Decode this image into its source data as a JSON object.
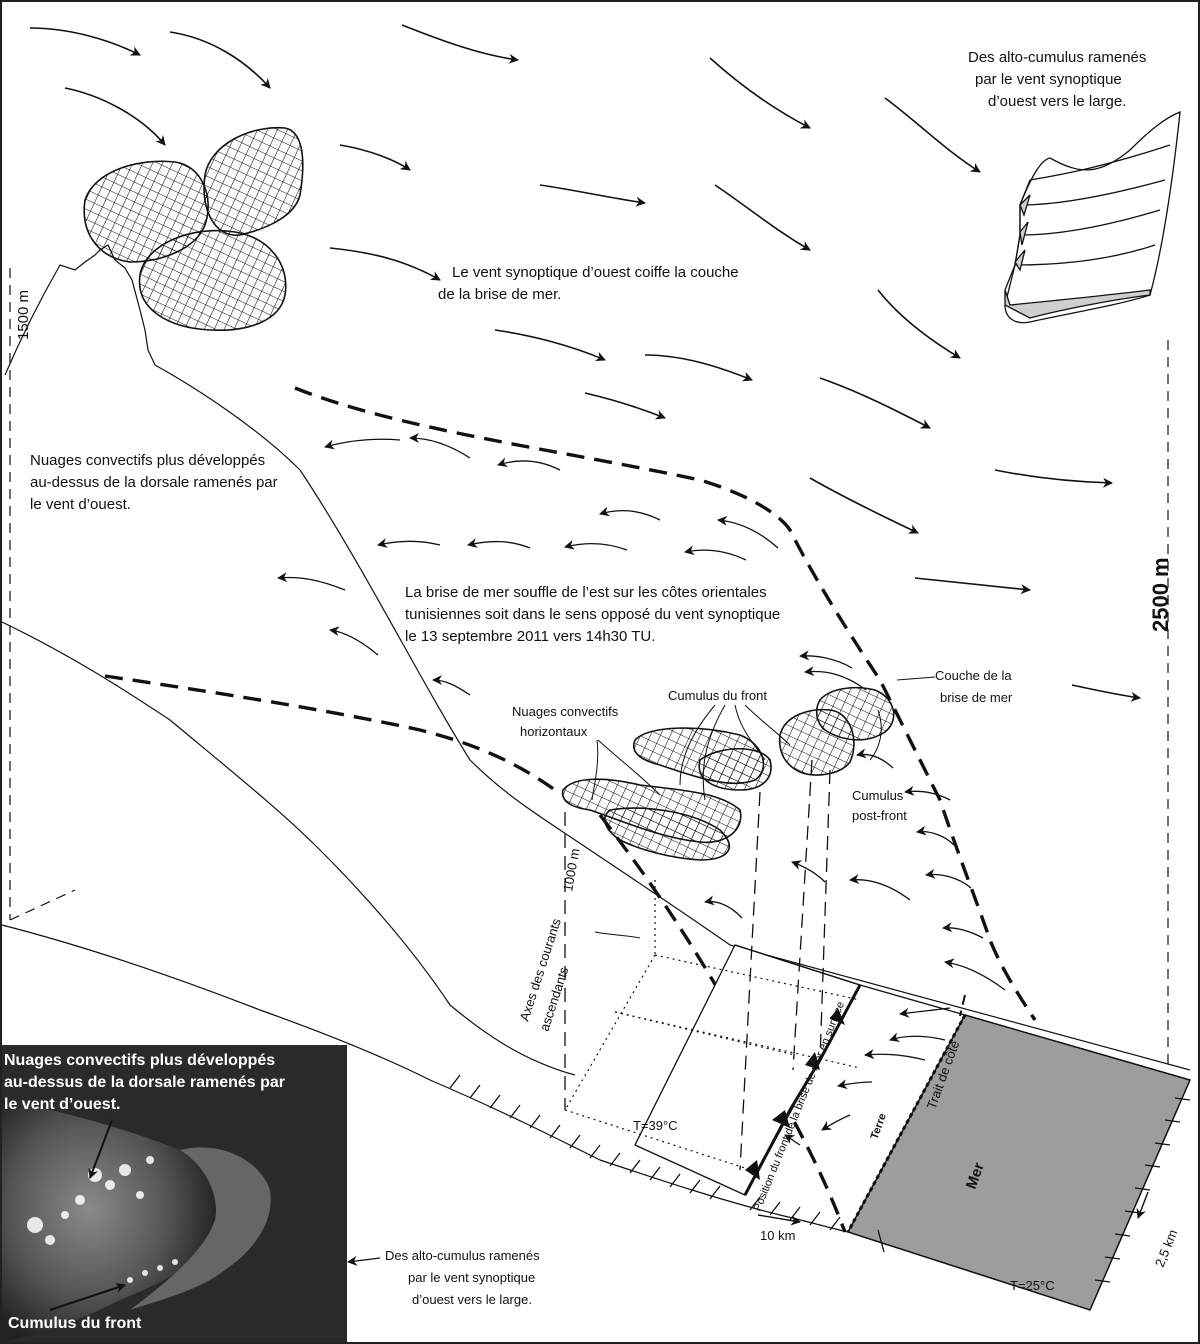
{
  "labels": {
    "alto_top_1": "Des alto-cumulus ramenés",
    "alto_top_2": "par le vent synoptique",
    "alto_top_3": "d’ouest vers le large.",
    "synoptic_1": "Le vent synoptique d’ouest coiffe la couche",
    "synoptic_2": "de la brise de mer.",
    "convective_1": "Nuages convectifs plus développés",
    "convective_2": "au-dessus de la dorsale ramenés par",
    "convective_3": "le vent d’ouest.",
    "breeze_1": "La brise de mer souffle de l’est sur les côtes orientales",
    "breeze_2": "tunisiennes soit dans le sens opposé du vent synoptique",
    "breeze_3": "le 13 septembre 2011 vers 14h30 TU.",
    "horiz_1": "Nuages convectifs",
    "horiz_2": "horizontaux",
    "cumulus_front": "Cumulus du front",
    "couche_1": "Couche de la",
    "couche_2": "brise de mer",
    "post_1": "Cumulus",
    "post_2": "post-front",
    "axes_1": "Axes des courants",
    "axes_2": "ascendants",
    "alt_1500": "1500 m",
    "alt_1000": "1000 m",
    "alt_2500": "2500 m",
    "temp_land": "T=39°C",
    "temp_sea": "T=25°C",
    "position_front": "Position du front de la brise de mer en surface",
    "terre": "Terre",
    "trait_cote": "Trait de côte",
    "mer": "Mer",
    "scale_10": "10 km",
    "scale_25": "2,5 km",
    "alto_bottom_1": "Des alto-cumulus ramenés",
    "alto_bottom_2": "par le vent synoptique",
    "alto_bottom_3": "d’ouest vers le large."
  },
  "photo": {
    "title_1": "Nuages convectifs plus développés",
    "title_2": "au-dessus de la dorsale ramenés par",
    "title_3": "le vent d’ouest.",
    "caption": "Cumulus du front"
  },
  "colors": {
    "sea": "#9d9d9d",
    "photo_bg": "#2a2a2a",
    "ink": "#111111"
  }
}
